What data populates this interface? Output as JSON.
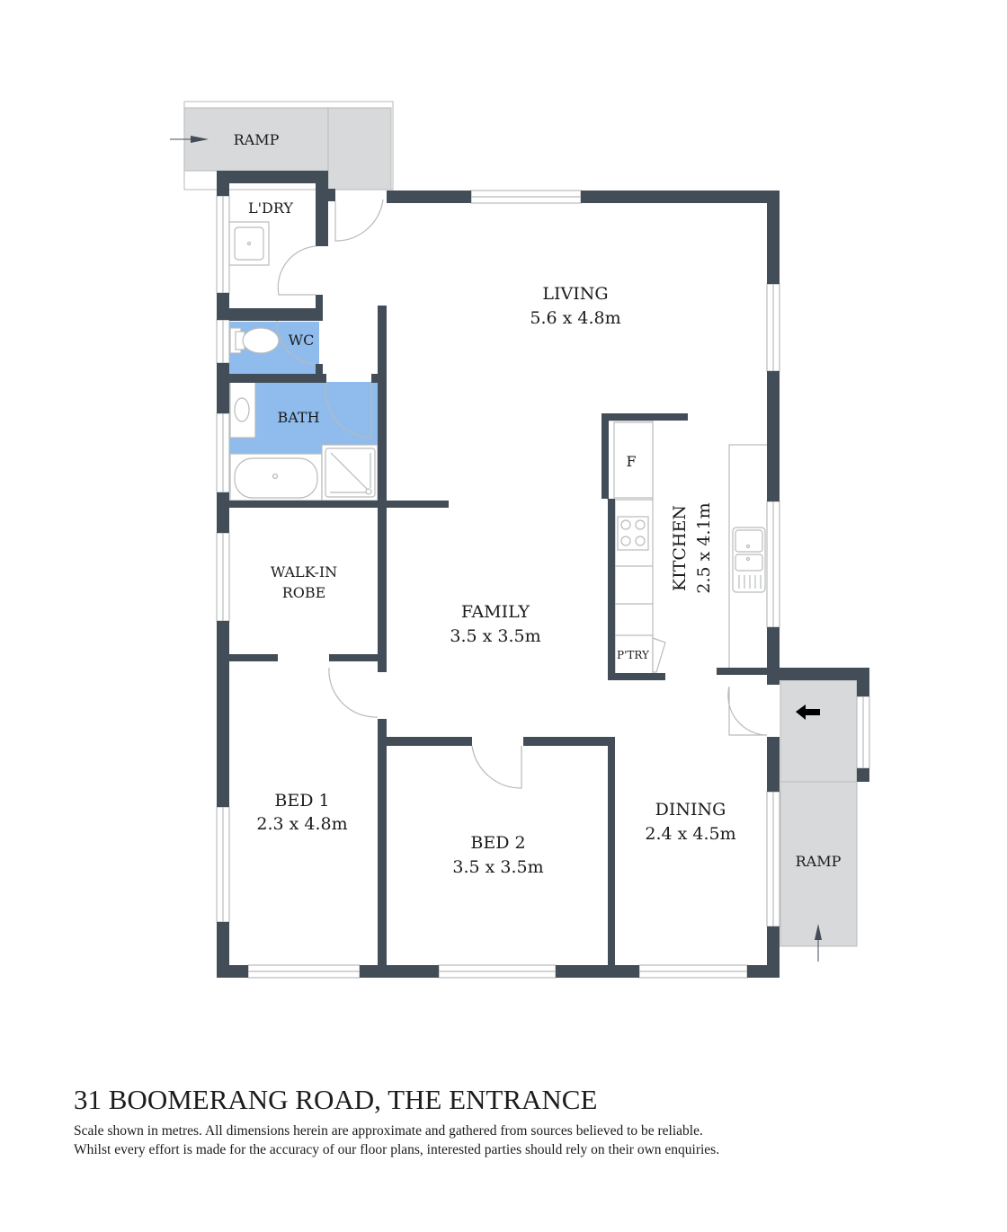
{
  "colors": {
    "wall": "#434d58",
    "ramp": "#d8d9da",
    "wet_area_tile": "#8fbcec",
    "background": "#ffffff"
  },
  "rooms": {
    "ramp_top": {
      "name": "RAMP"
    },
    "laundry": {
      "name": "L'DRY"
    },
    "wc": {
      "name": "WC"
    },
    "bath": {
      "name": "BATH"
    },
    "living": {
      "name": "LIVING",
      "dims": "5.6 x 4.8m"
    },
    "kitchen": {
      "name": "KITCHEN",
      "dims": "2.5 x 4.1m"
    },
    "fridge": {
      "name": "F"
    },
    "pantry": {
      "name": "P'TRY"
    },
    "walk_in_robe": {
      "name_line1": "WALK-IN",
      "name_line2": "ROBE"
    },
    "family": {
      "name": "FAMILY",
      "dims": "3.5 x 3.5m"
    },
    "bed1": {
      "name": "BED 1",
      "dims": "2.3 x 4.8m"
    },
    "bed2": {
      "name": "BED 2",
      "dims": "3.5 x 3.5m"
    },
    "dining": {
      "name": "DINING",
      "dims": "2.4 x 4.5m"
    },
    "ramp_right": {
      "name": "RAMP"
    }
  },
  "icons": {
    "entry_arrow_top": "arrow-right",
    "entry_arrow_right": "arrow-left",
    "ramp_arrow_bottom": "arrow-up"
  },
  "footer": {
    "address": "31 BOOMERANG ROAD, THE ENTRANCE",
    "disclaimer_line1": "Scale shown in metres. All dimensions herein are approximate and gathered from sources believed to be  reliable.",
    "disclaimer_line2": "Whilst every effort is made for the accuracy of our floor plans, interested parties should rely on their own enquiries."
  }
}
